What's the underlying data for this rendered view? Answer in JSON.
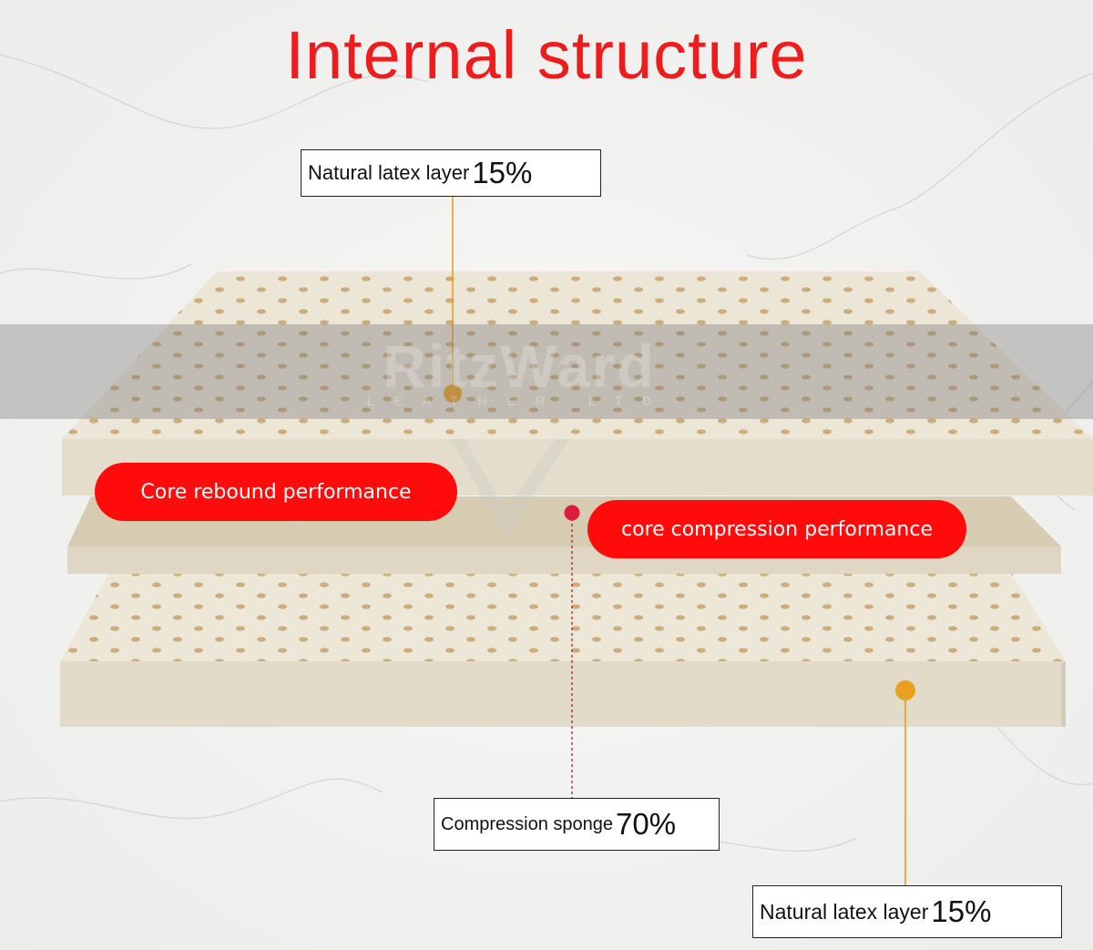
{
  "title": {
    "text": "Internal structure",
    "color": "#ee1c1c"
  },
  "labels": {
    "top": {
      "text": "Natural latex layer",
      "percent": "15%"
    },
    "middle": {
      "text": "Compression sponge",
      "percent": "70%"
    },
    "bottom": {
      "text": "Natural latex layer",
      "percent": "15%"
    }
  },
  "pills": {
    "rebound": "Core rebound performance",
    "compression": "core compression performance"
  },
  "watermark": {
    "brand": "RitzWard",
    "sub": "LEATHER LTD"
  },
  "colors": {
    "accent_red": "#ff0b0b",
    "latex_leader": "#e8a01e",
    "sponge_leader": "#d91b3a",
    "latex_top": "#ece6d6",
    "latex_front": "#e3dcca",
    "sponge": "#d8ccb4",
    "holes": "#c9a46a"
  },
  "icons": [
    "leader-dot-icon",
    "hole-pattern"
  ]
}
